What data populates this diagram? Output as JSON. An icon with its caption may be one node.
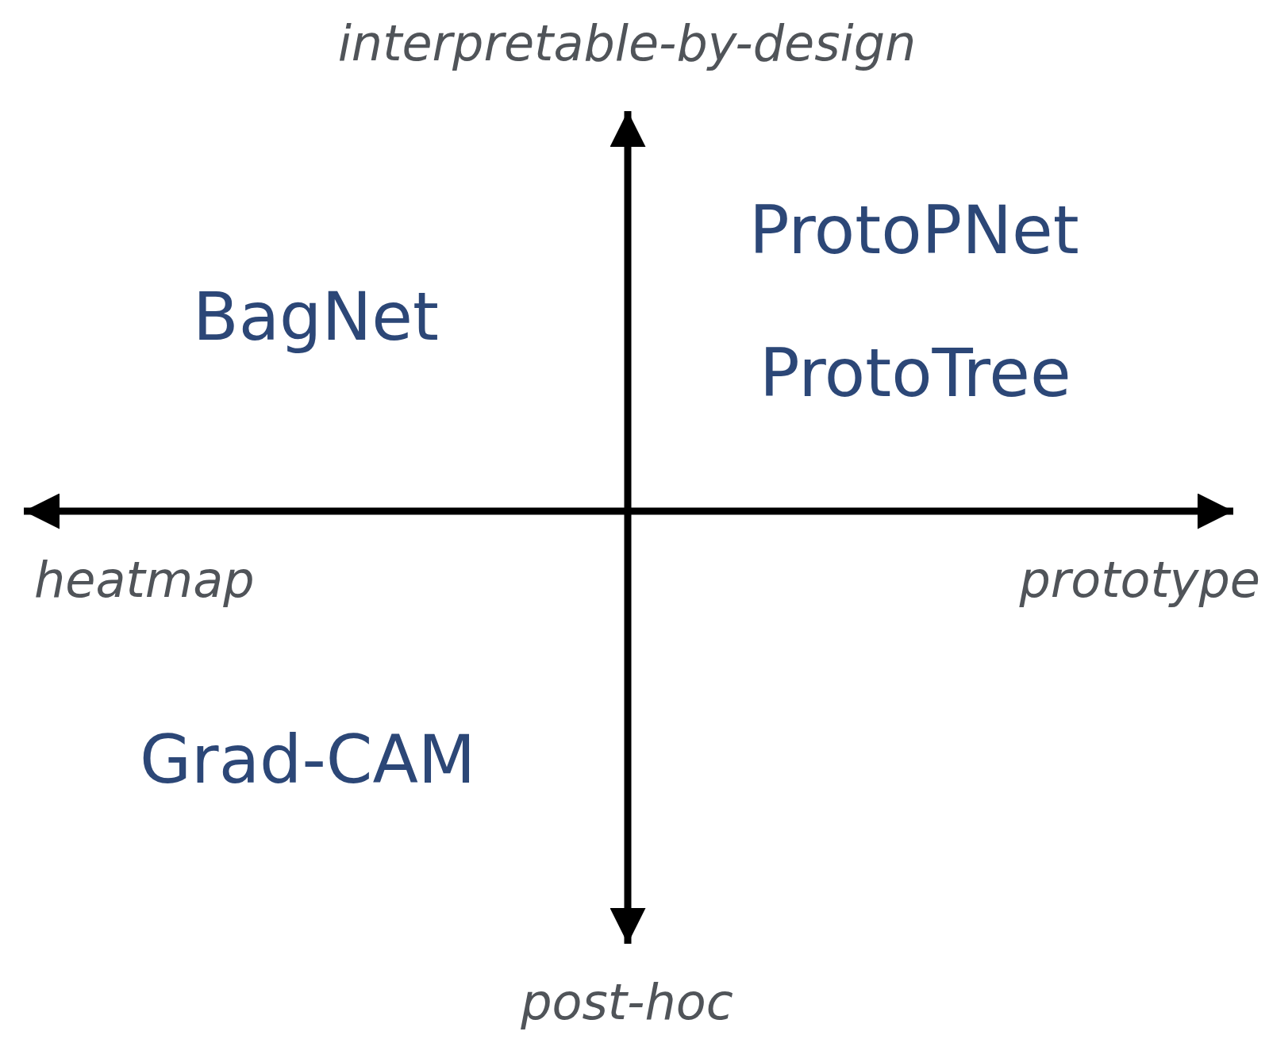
{
  "diagram": {
    "labels": [
      "interpretable-by-design",
      "ProtoPNet",
      "BagNet",
      "ProtoTree",
      "heatmap",
      "prototype",
      "Grad-CAM",
      "post-hoc"
    ]
  }
}
